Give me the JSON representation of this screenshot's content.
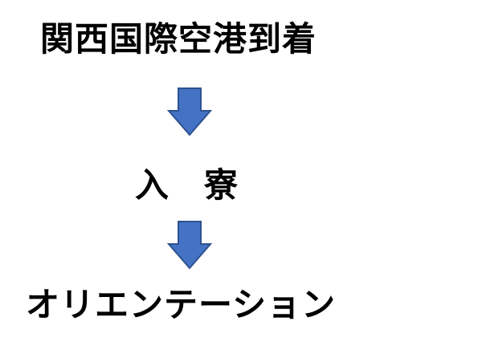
{
  "steps": [
    {
      "label": "関西国際空港到着"
    },
    {
      "label": "入　寮"
    },
    {
      "label": "オリエンテーション"
    }
  ],
  "colors": {
    "arrow_fill": "#4472C4",
    "arrow_stroke": "#2F528F",
    "text": "#000000",
    "background": "#ffffff"
  },
  "icons": {
    "connector": "arrow-down-icon"
  }
}
